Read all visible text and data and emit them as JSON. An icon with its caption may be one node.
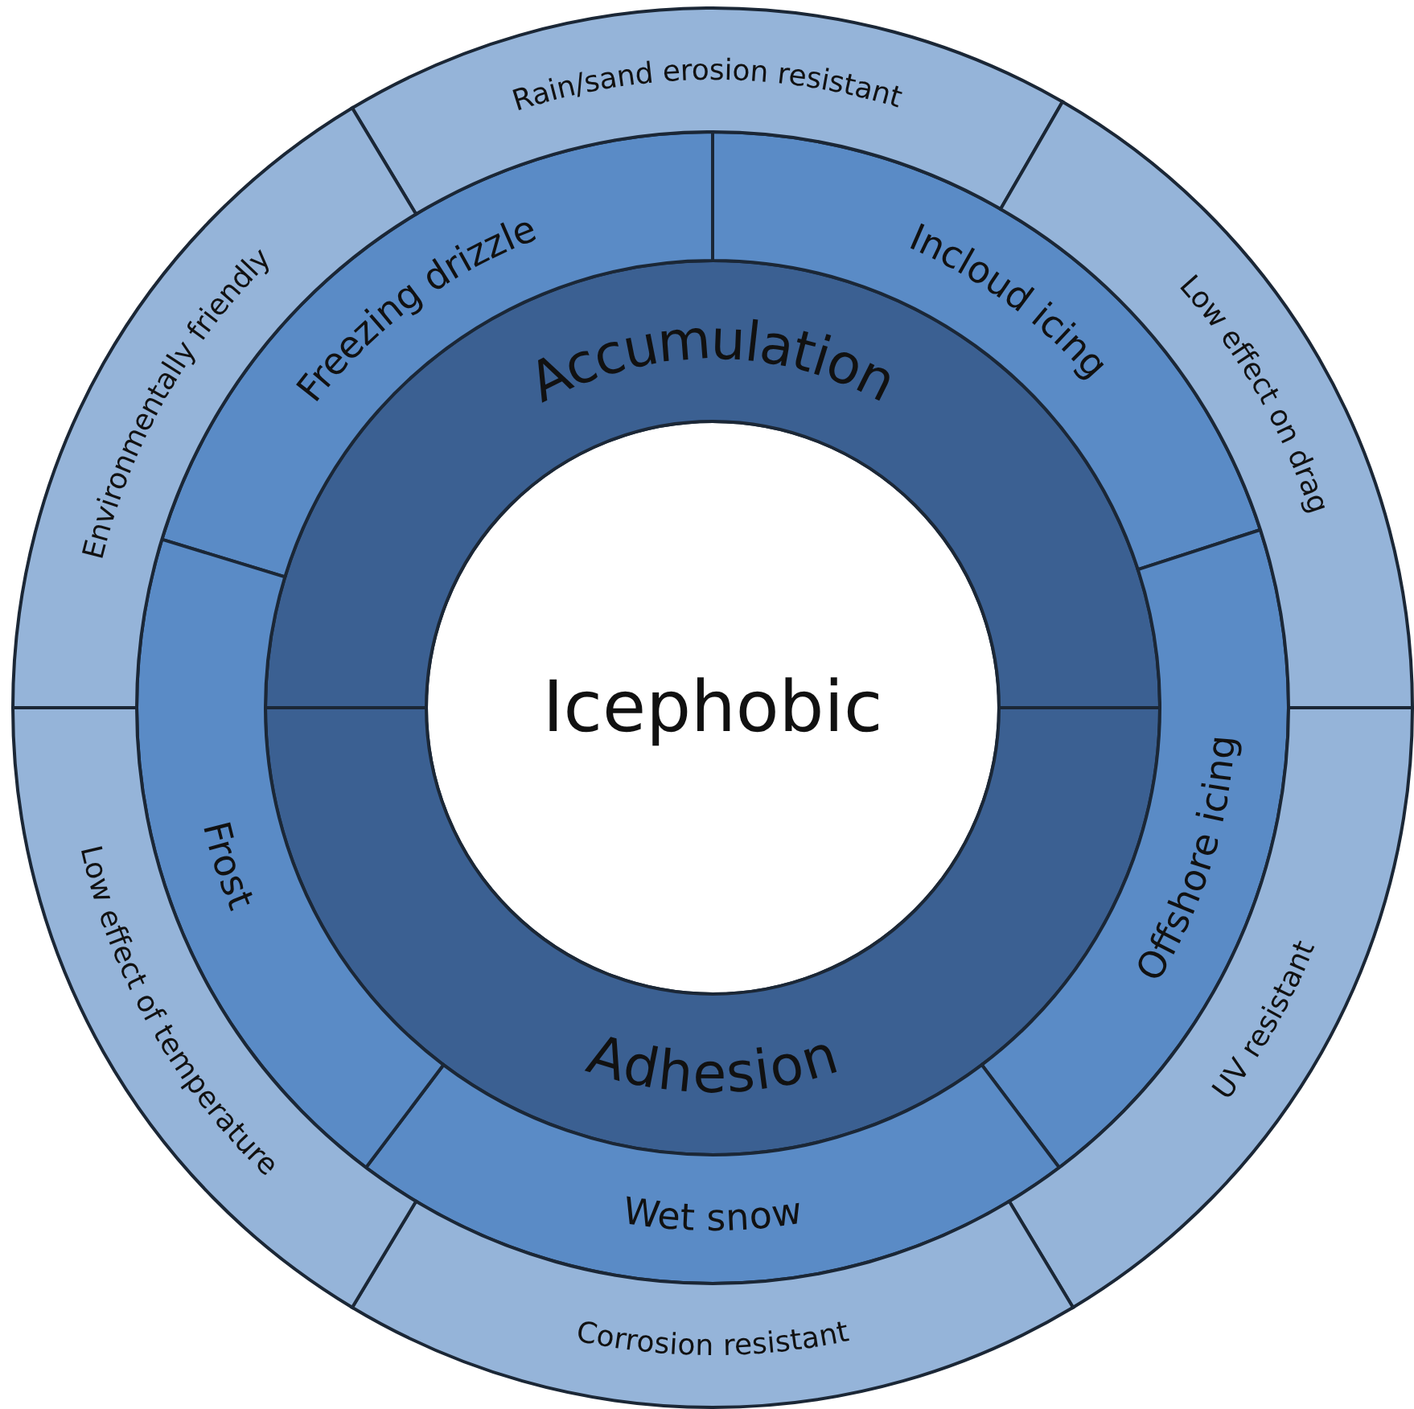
{
  "diagram": {
    "nodes": [
      {
        "text": [
          "Icephobic"
        ]
      },
      {
        "text": [
          "Accumulation"
        ]
      },
      {
        "text": [
          "Adhesion"
        ]
      },
      {
        "text": [
          "Freezing drizzle"
        ]
      },
      {
        "text": [
          "Incloud icing"
        ]
      },
      {
        "text": [
          "Offshore icing"
        ]
      },
      {
        "text": [
          "Wet snow"
        ]
      },
      {
        "text": [
          "Frost"
        ]
      },
      {
        "text": [
          "Rain/sand erosion resistant"
        ]
      },
      {
        "text": [
          "Low effect on drag"
        ]
      },
      {
        "text": [
          "UV resistant"
        ]
      },
      {
        "text": [
          "Corrosion resistant"
        ]
      },
      {
        "text": [
          "Low effect of temperature"
        ]
      },
      {
        "text": [
          "Environmentally friendly"
        ]
      }
    ]
  }
}
